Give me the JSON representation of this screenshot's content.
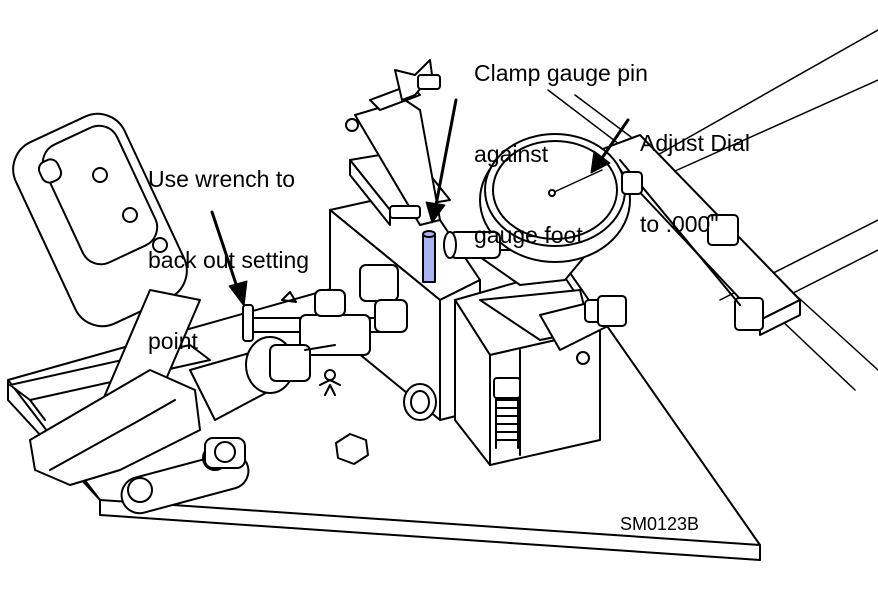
{
  "figure": {
    "id": "SM0123B"
  },
  "callouts": {
    "wrench": {
      "lines": [
        "Use wrench to",
        "back out setting",
        "point"
      ]
    },
    "clamp": {
      "lines": [
        "Clamp gauge pin",
        "against",
        "gauge foot"
      ]
    },
    "dial": {
      "lines": [
        "Adjust Dial",
        "to .000\""
      ]
    }
  },
  "colors": {
    "line": "#000000",
    "gauge_pin": "#a9b4f0",
    "background": "#ffffff"
  }
}
